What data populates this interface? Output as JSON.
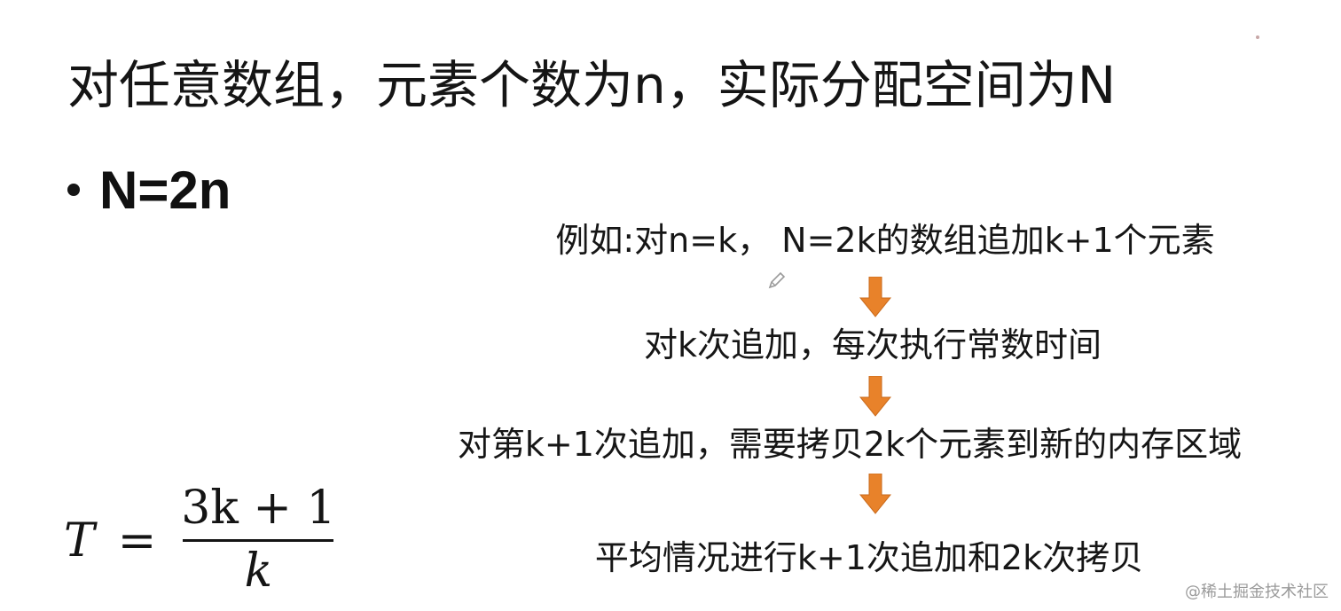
{
  "slide": {
    "title": "对任意数组，元素个数为n，实际分配空间为N",
    "bullet": "N=2n",
    "flow": [
      "例如:对n=k， N=2k的数组追加k+1个元素",
      "对k次追加，每次执行常数时间",
      "对第k+1次追加，需要拷贝2k个元素到新的内存区域",
      "平均情况进行k+1次追加和2k次拷贝"
    ],
    "formula": {
      "lhs": "T",
      "eq": "=",
      "numerator": "3k + 1",
      "denominator": "k"
    },
    "watermark": "@稀土掘金技术社区"
  },
  "icons": {
    "arrow": "arrow-down-icon",
    "pencil": "pencil-cursor-icon"
  },
  "colors": {
    "arrow": "#E8822A",
    "text": "#151515"
  }
}
